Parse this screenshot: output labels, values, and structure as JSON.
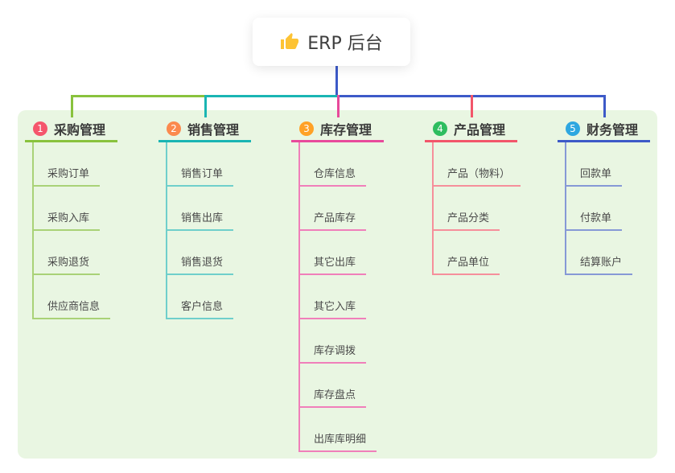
{
  "root": {
    "title": "ERP 后台",
    "icon": "thumbs-up-icon"
  },
  "panel_bg": "#e9f6e2",
  "root_connector_color": "#3d5ac8",
  "branches": [
    {
      "number": "1",
      "title": "采购管理",
      "badge_color": "#f5566c",
      "line_color": "#89c23d",
      "child_line_color": "#a9d277",
      "children": [
        "采购订单",
        "采购入库",
        "采购退货",
        "供应商信息"
      ]
    },
    {
      "number": "2",
      "title": "销售管理",
      "badge_color": "#fb8a4e",
      "line_color": "#1ab5b3",
      "child_line_color": "#6fcfcb",
      "children": [
        "销售订单",
        "销售出库",
        "销售退货",
        "客户信息"
      ]
    },
    {
      "number": "3",
      "title": "库存管理",
      "badge_color": "#ffa126",
      "line_color": "#e84a9b",
      "child_line_color": "#f07fba",
      "children": [
        "仓库信息",
        "产品库存",
        "其它出库",
        "其它入库",
        "库存调拨",
        "库存盘点",
        "出库库明细"
      ]
    },
    {
      "number": "4",
      "title": "产品管理",
      "badge_color": "#2ebd5f",
      "line_color": "#f2566a",
      "child_line_color": "#f68f9b",
      "children": [
        "产品（物料）",
        "产品分类",
        "产品单位"
      ]
    },
    {
      "number": "5",
      "title": "财务管理",
      "badge_color": "#2ea7e0",
      "line_color": "#3d5ac8",
      "child_line_color": "#8699d6",
      "children": [
        "回款单",
        "付款单",
        "结算账户"
      ]
    }
  ]
}
